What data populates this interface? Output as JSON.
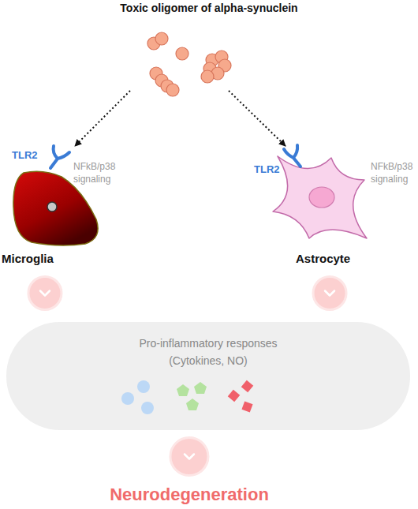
{
  "diagram": {
    "nodes": [
      {
        "text": [
          "Toxic oligomer of alpha-synuclein"
        ]
      },
      {
        "text": [
          "TLR2",
          "NFkB/p38 signaling",
          "Microglia"
        ]
      },
      {
        "text": [
          "TLR2",
          "NFkB/p38 signaling",
          "Astrocyte"
        ]
      },
      {
        "text": [
          "Pro-inflammatory responses (Cytokines, NO)"
        ]
      },
      {
        "text": [
          "Neurodegeneration"
        ]
      }
    ],
    "edges": [
      {
        "from": 0,
        "to": 1,
        "arrow": "to"
      },
      {
        "from": 0,
        "to": 2,
        "arrow": "to"
      },
      {
        "from": 1,
        "to": 3,
        "arrow": "to"
      },
      {
        "from": 2,
        "to": 3,
        "arrow": "to"
      },
      {
        "from": 3,
        "to": 4,
        "arrow": "to"
      }
    ]
  }
}
